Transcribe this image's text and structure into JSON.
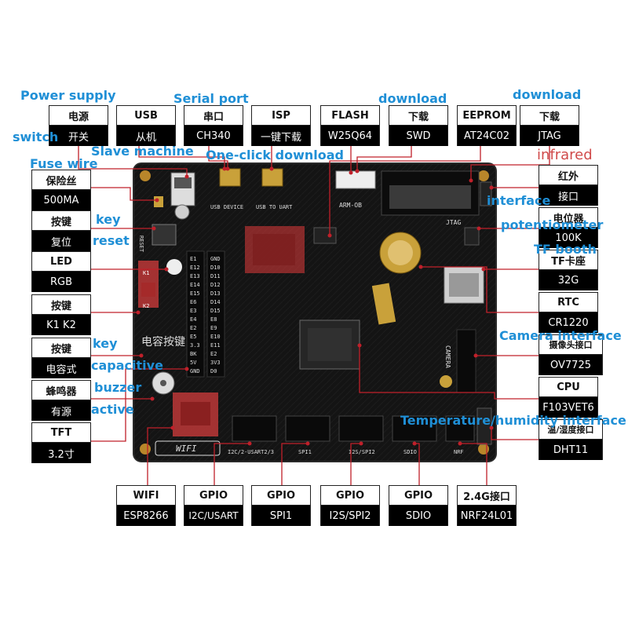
{
  "boxes": {
    "power": {
      "top": "电源",
      "bottom": "开关"
    },
    "usb": {
      "top": "USB",
      "bottom": "从机"
    },
    "serial": {
      "top": "串口",
      "bottom": "CH340"
    },
    "isp": {
      "top": "ISP",
      "bottom": "一键下载"
    },
    "flash": {
      "top": "FLASH",
      "bottom": "W25Q64"
    },
    "swd": {
      "top": "下载",
      "bottom": "SWD"
    },
    "eeprom": {
      "top": "EEPROM",
      "bottom": "AT24C02"
    },
    "jtag": {
      "top": "下载",
      "bottom": "JTAG"
    },
    "fuse": {
      "top": "保险丝",
      "bottom": "500MA"
    },
    "reset": {
      "top": "按键",
      "bottom": "复位"
    },
    "led": {
      "top": "LED",
      "bottom": "RGB"
    },
    "keys": {
      "top": "按键",
      "bottom": "K1 K2"
    },
    "capkey": {
      "top": "按键",
      "bottom": "电容式"
    },
    "buzzer": {
      "top": "蜂鸣器",
      "bottom": "有源"
    },
    "tft": {
      "top": "TFT",
      "bottom": "3.2寸"
    },
    "ir": {
      "top": "红外",
      "bottom": "接口"
    },
    "pot": {
      "top": "电位器",
      "bottom": "100K"
    },
    "tf": {
      "top": "TF卡座",
      "bottom": "32G"
    },
    "rtc": {
      "top": "RTC",
      "bottom": "CR1220"
    },
    "camera": {
      "top": "摄像头接口",
      "bottom": "OV7725"
    },
    "cpu": {
      "top": "CPU",
      "bottom": "F103VET6"
    },
    "dht": {
      "top": "温/湿度接口",
      "bottom": "DHT11"
    },
    "wifi": {
      "top": "WIFI",
      "bottom": "ESP8266"
    },
    "gpio1": {
      "top": "GPIO",
      "bottom": "I2C/USART"
    },
    "gpio2": {
      "top": "GPIO",
      "bottom": "SPI1"
    },
    "gpio3": {
      "top": "GPIO",
      "bottom": "I2S/SPI2"
    },
    "gpio4": {
      "top": "GPIO",
      "bottom": "SDIO"
    },
    "nrf": {
      "top": "2.4G接口",
      "bottom": "NRF24L01"
    }
  },
  "english": {
    "power_supply": "Power supply",
    "switch": "switch",
    "usb_slave": "Slave machine",
    "serial_port": "Serial port",
    "one_click": "One-click download",
    "download1": "download",
    "download2": "download",
    "fuse_wire": "Fuse wire",
    "key1": "key",
    "reset": "reset",
    "key2": "key",
    "capacitive": "capacitive",
    "buzzer": "buzzer",
    "active": "active",
    "infrared": "infrared",
    "interface": "interface",
    "potentiometer": "potentiometer",
    "tf_booth": "TF booth",
    "camera_interface": "Camera interface",
    "temp_humidity": "Temperature/humidity interface"
  },
  "board": {
    "silk_usb_device": "USB DEVICE",
    "silk_usb_to_uart": "USB TO UART",
    "silk_arm_ob": "ARM-OB",
    "silk_jtag": "JTAG",
    "silk_camera": "CAMERA",
    "silk_wifi": "WIFI",
    "silk_reset": "RESET",
    "silk_cap_key": "电容按键",
    "silk_i2c": "I2C/2-USART2/3",
    "silk_spi1": "SPI1",
    "silk_i2s": "I2S/SPI2",
    "silk_sdio": "SDIO",
    "silk_nrf": "NRF",
    "silk_k1": "K1",
    "silk_k2": "K2",
    "silk_pins_left": [
      "E1",
      "E12",
      "E13",
      "E14",
      "E15",
      "E6",
      "E3",
      "E4",
      "E2",
      "E5",
      "3.3",
      "BK",
      "5V",
      "GND"
    ],
    "silk_pins_right": [
      "GND",
      "D10",
      "D11",
      "D12",
      "D13",
      "D14",
      "D15",
      "E8",
      "E9",
      "E10",
      "E11",
      "E2",
      "3V3",
      "D0"
    ]
  },
  "colors": {
    "board": "#111111",
    "label_blue": "#1f8fd6",
    "label_red": "#d04a4a",
    "leader": "#c0202a",
    "highlight": "#e23a3a"
  }
}
